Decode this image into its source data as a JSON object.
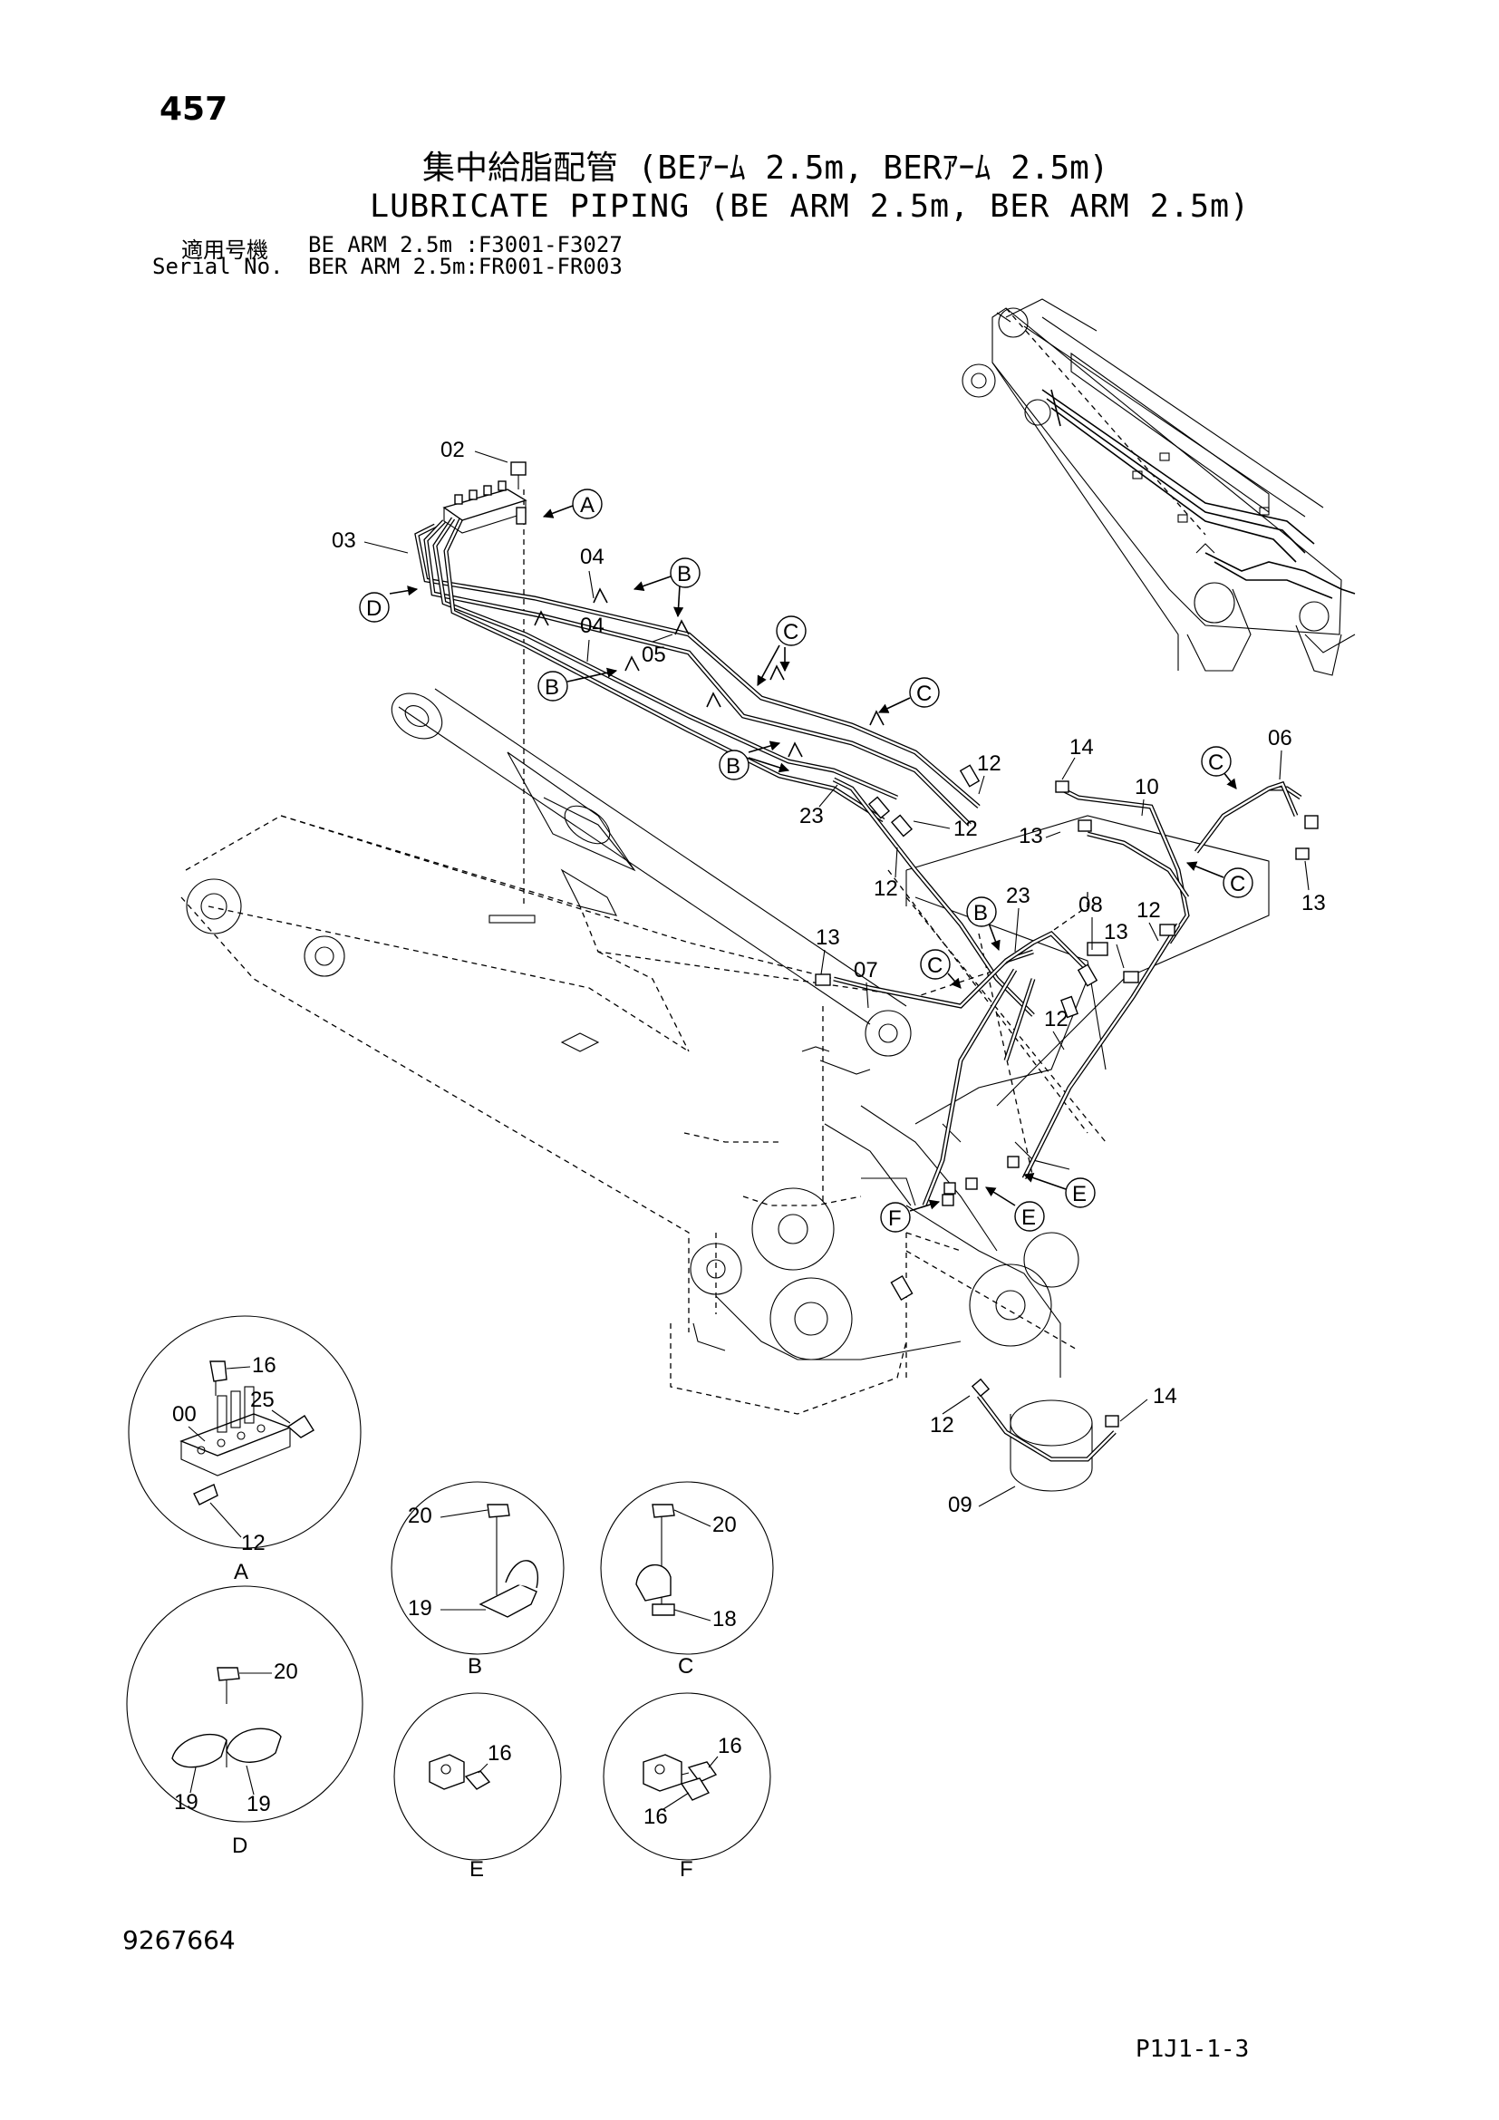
{
  "header": {
    "page_number": "457",
    "title_ja": "集中給脂配管 (BEｱｰﾑ 2.5m, BERｱｰﾑ 2.5m)",
    "title_en": "LUBRICATE PIPING (BE ARM 2.5m, BER ARM 2.5m)",
    "serial_label_ja": "適用号機",
    "serial_label_en": "Serial No.",
    "serial_line1": "BE ARM 2.5m :F3001-F3027",
    "serial_line2": "BER ARM 2.5m:FR001-FR003"
  },
  "callouts": {
    "c00": "00",
    "c02": "02",
    "c03": "03",
    "c04a": "04",
    "c04b": "04",
    "c05": "05",
    "c06": "06",
    "c07": "07",
    "c08": "08",
    "c09": "09",
    "c10": "10",
    "c12a": "12",
    "c12b": "12",
    "c12c": "12",
    "c12d": "12",
    "c12e": "12",
    "c12f": "12",
    "c12g": "12",
    "c13a": "13",
    "c13b": "13",
    "c13c": "13",
    "c13d": "13",
    "c14a": "14",
    "c14b": "14",
    "c16a": "16",
    "c16b": "16",
    "c16c": "16",
    "c16d": "16",
    "c18": "18",
    "c19a": "19",
    "c19b": "19",
    "c19c": "19",
    "c20a": "20",
    "c20b": "20",
    "c20c": "20",
    "c23a": "23",
    "c23b": "23",
    "c25": "25"
  },
  "view_markers": {
    "A": "A",
    "B": "B",
    "C": "C",
    "D": "D",
    "E": "E",
    "F": "F"
  },
  "detail_labels": {
    "A": "A",
    "B": "B",
    "C": "C",
    "D": "D",
    "E": "E",
    "F": "F"
  },
  "footer": {
    "doc_number": "9267664",
    "page_code": "P1J1-1-3"
  }
}
